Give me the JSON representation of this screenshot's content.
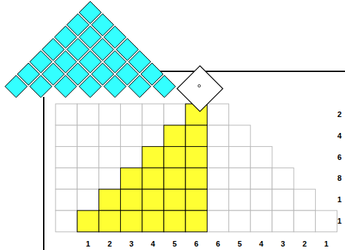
{
  "diagram": {
    "labels": [
      "1",
      "2",
      "3",
      "4",
      "5",
      "6",
      "6",
      "5",
      "4",
      "3",
      "2",
      "1",
      "2",
      "4",
      "6",
      "8",
      "1",
      "1"
    ]
  }
}
